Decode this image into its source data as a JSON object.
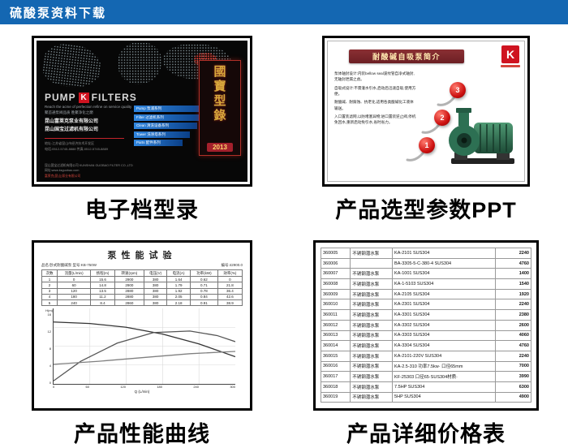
{
  "header": {
    "title": "硫酸泵资料下载",
    "bar_color": "#1467b2"
  },
  "catalog": {
    "caption": "电子档型录",
    "brand": {
      "pump": "PUMP",
      "k": "K",
      "filters": "FILTERS"
    },
    "tagline_en": "Reach the acme of perfection refine on service quality",
    "tagline_cn": "聚首通泵阀品质 胜聚净化之巅",
    "companies": [
      "昆山富莱克泵业有限公司",
      "昆山国宝过滤机有限公司"
    ],
    "address_lines": [
      "地址:江苏省昆山市经济技术开发区",
      "电话:0512-5745-8888  传真:0512-5745-8889"
    ],
    "series_bars": [
      "Pump 泵浦系列",
      "Filter 过滤机系列",
      "Clean 清洗设备系列",
      "Tower 洗涤塔系列",
      "Parts 配件系列"
    ],
    "stamp": {
      "text": "國寶型錄",
      "year": "2013"
    },
    "footer_lines": [
      "昆山国宝过滤机有限公司 KUNSHAN GUOBAO FILTER CO.,LTD",
      "网址:www.ksguobao.com"
    ],
    "footer_red": "富莱克(昆山)泵业有限公司"
  },
  "ppt": {
    "caption": "产品选型参数PPT",
    "title": "耐酸碱自吸泵简介",
    "logo": "K",
    "paragraphs": [
      "泵体轴封设计:内装bellow seal波纹管自净式轴封,无轴封泄漏之虑。",
      "自吸式设计:不需灌水引水,启动后迅速自吸,使用方便。",
      "耐酸碱、耐腐蚀、抗老化,适用各类酸碱化工液体输送。",
      "入口置装滤网,以防堵塞异物;进口置装逆止阀,停机免回水,重新启动免引水,省时省力。"
    ],
    "markers": [
      "1",
      "2",
      "3"
    ]
  },
  "curve": {
    "caption": "产品性能曲线",
    "title": "泵性能试验",
    "meta_left": "品名:卧式耐酸碱泵  型号:KB-750W",
    "meta_right": "编号:42900.0",
    "table": {
      "headers": [
        "次数",
        "流量(L/min)",
        "扬程(m)",
        "转速(rpm)",
        "电压(V)",
        "电流(A)",
        "功率(kW)",
        "效率(%)"
      ],
      "rows": [
        [
          "1",
          "0",
          "15.6",
          "2900",
          "380",
          "1.64",
          "0.62",
          "0"
        ],
        [
          "2",
          "60",
          "14.8",
          "2900",
          "380",
          "1.79",
          "0.71",
          "21.8"
        ],
        [
          "3",
          "120",
          "13.5",
          "2880",
          "380",
          "1.92",
          "0.78",
          "36.4"
        ],
        [
          "4",
          "180",
          "11.2",
          "2880",
          "380",
          "2.05",
          "0.84",
          "42.6"
        ],
        [
          "5",
          "240",
          "8.4",
          "2860",
          "380",
          "2.18",
          "0.91",
          "38.9"
        ]
      ]
    },
    "chart": {
      "type": "line",
      "xlabel": "Q (L/min)",
      "ylabel_left": "H(m)",
      "x_ticks": [
        "0",
        "60",
        "120",
        "180",
        "240",
        "300"
      ],
      "y_ticks": [
        "16",
        "12",
        "8",
        "4",
        "0"
      ],
      "series": [
        {
          "name": "H-Q",
          "color": "#333333",
          "points": [
            [
              0,
              18
            ],
            [
              20,
              20
            ],
            [
              40,
              25
            ],
            [
              60,
              34
            ],
            [
              80,
              47
            ],
            [
              100,
              64
            ]
          ]
        },
        {
          "name": "eff-Q",
          "color": "#555555",
          "points": [
            [
              0,
              96
            ],
            [
              15,
              70
            ],
            [
              35,
              46
            ],
            [
              55,
              32
            ],
            [
              75,
              30
            ],
            [
              90,
              36
            ],
            [
              100,
              44
            ]
          ]
        },
        {
          "name": "P-Q",
          "color": "#808080",
          "points": [
            [
              0,
              74
            ],
            [
              25,
              70
            ],
            [
              50,
              65
            ],
            [
              75,
              60
            ],
            [
              100,
              57
            ]
          ]
        }
      ]
    }
  },
  "price": {
    "caption": "产品详细价格表",
    "rows": [
      {
        "code": "360005",
        "name": "不锈钢潜水泵",
        "model": "KA-2101 SUS304",
        "price": "2240"
      },
      {
        "code": "360006",
        "name": "",
        "model": "BA-3305-5-C-380-4 SUS304",
        "price": "4760"
      },
      {
        "code": "360007",
        "name": "不锈钢潜水泵",
        "model": "KA-1001 SUS304",
        "price": "1400"
      },
      {
        "code": "360008",
        "name": "不锈钢潜水泵",
        "model": "KA-1-5103 SUS304",
        "price": "1540"
      },
      {
        "code": "360009",
        "name": "不锈钢潜水泵",
        "model": "KA-2105 SUS304",
        "price": "1920"
      },
      {
        "code": "360010",
        "name": "不锈钢潜水泵",
        "model": "KA-2301 SUS304",
        "price": "2240"
      },
      {
        "code": "360011",
        "name": "不锈钢潜水泵",
        "model": "KA-3301 SUS304",
        "price": "2380"
      },
      {
        "code": "360012",
        "name": "不锈钢潜水泵",
        "model": "KA-3302 SUS304",
        "price": "2600"
      },
      {
        "code": "360013",
        "name": "不锈钢潜水泵",
        "model": "KA-3303 SUS304",
        "price": "4060"
      },
      {
        "code": "360014",
        "name": "不锈钢潜水泵",
        "model": "KA-3304 SUS304",
        "price": "4760"
      },
      {
        "code": "360015",
        "name": "不锈钢潜水泵",
        "model": "KA-2101-220V SUS304",
        "price": "2240"
      },
      {
        "code": "360016",
        "name": "不锈钢潜水泵",
        "model": "KA-2.5-310 功率7.5kw· 口径65mm",
        "price": "7000"
      },
      {
        "code": "360017",
        "name": "不锈钢潜水泵",
        "model": "KF-25303 口径65·SUS304材质·",
        "price": "3990"
      },
      {
        "code": "360018",
        "name": "不锈钢潜水泵",
        "model": "7.5HP SUS304",
        "price": "6300"
      },
      {
        "code": "360019",
        "name": "不锈钢潜水泵",
        "model": "5HP SUS304",
        "price": "4900"
      }
    ]
  }
}
